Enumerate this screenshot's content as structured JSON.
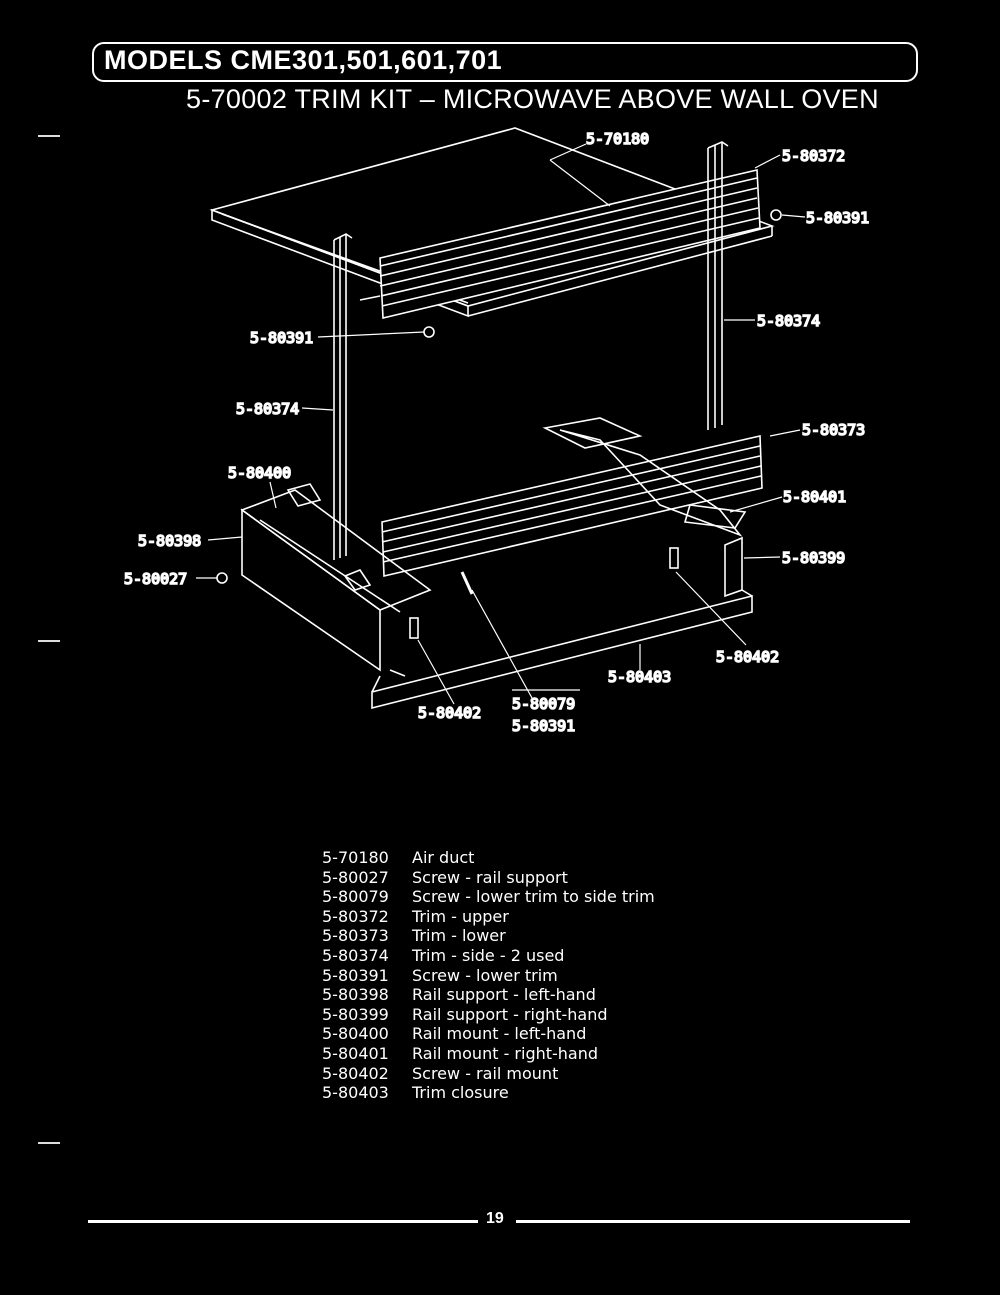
{
  "header": {
    "models": "MODELS  CME301,501,601,701",
    "kit_title": "5-70002 TRIM  KIT  –  MICROWAVE  ABOVE  WALL  OVEN"
  },
  "callouts": {
    "c70180": "5-70180",
    "c80372": "5-80372",
    "c80391_right": "5-80391",
    "c80374_right": "5-80374",
    "c80391_left": "5-80391",
    "c80374_left": "5-80374",
    "c80373": "5-80373",
    "c80400": "5-80400",
    "c80401": "5-80401",
    "c80398": "5-80398",
    "c80399": "5-80399",
    "c80027": "5-80027",
    "c80402_right": "5-80402",
    "c80403": "5-80403",
    "c80402_left": "5-80402",
    "c80079": "5-80079",
    "c80391_bottom": "5-80391"
  },
  "parts": [
    {
      "number": "5-70180",
      "description": "Air duct"
    },
    {
      "number": "5-80027",
      "description": "Screw - rail support"
    },
    {
      "number": "5-80079",
      "description": "Screw - lower trim to side trim"
    },
    {
      "number": "5-80372",
      "description": "Trim - upper"
    },
    {
      "number": "5-80373",
      "description": "Trim - lower"
    },
    {
      "number": "5-80374",
      "description": "Trim - side - 2 used"
    },
    {
      "number": "5-80391",
      "description": "Screw - lower trim"
    },
    {
      "number": "5-80398",
      "description": "Rail support - left-hand"
    },
    {
      "number": "5-80399",
      "description": "Rail support - right-hand"
    },
    {
      "number": "5-80400",
      "description": "Rail mount - left-hand"
    },
    {
      "number": "5-80401",
      "description": "Rail mount - right-hand"
    },
    {
      "number": "5-80402",
      "description": "Screw - rail mount"
    },
    {
      "number": "5-80403",
      "description": "Trim closure"
    }
  ],
  "footer": {
    "page_number": "19"
  }
}
